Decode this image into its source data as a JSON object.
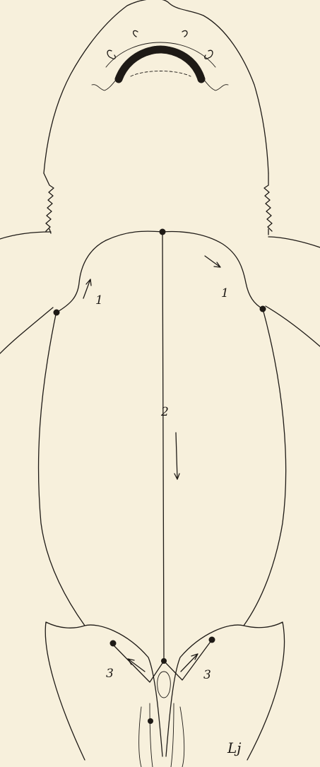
{
  "figure": {
    "background": "#f7f0dc",
    "ink": "#1e1a16",
    "labels": {
      "step1_left": "1",
      "step1_right": "1",
      "step2": "2",
      "step3_left": "3",
      "step3_right": "3"
    },
    "signature": "Lj"
  }
}
